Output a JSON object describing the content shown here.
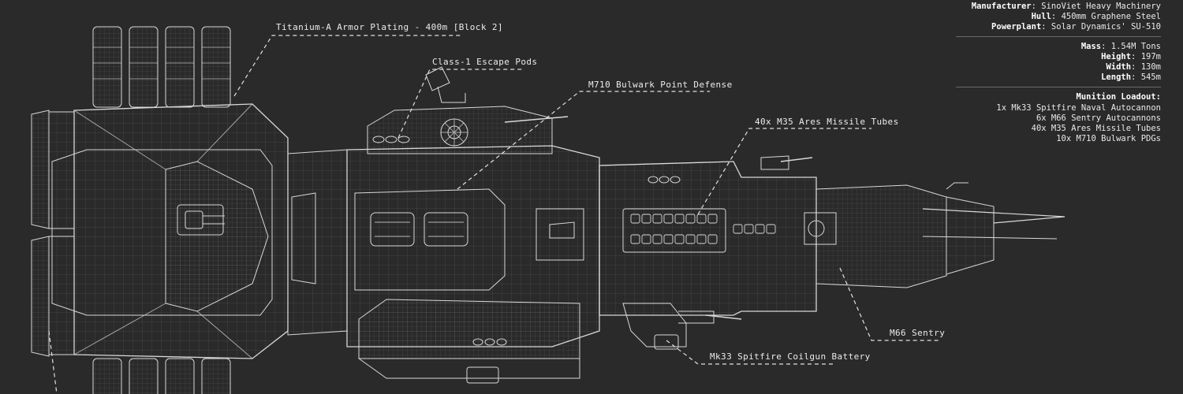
{
  "callouts": {
    "armor": "Titanium-A Armor Plating - 400m [Block 2]",
    "escape_pods": "Class-1 Escape Pods",
    "point_defense": "M710 Bulwark Point Defense",
    "missile_tubes": "40x M35 Ares Missile Tubes",
    "sentry": "M66 Sentry",
    "coilgun": "Mk33 Spitfire Coilgun Battery"
  },
  "specs": {
    "manufacturer": {
      "key": "Manufacturer",
      "value": "SinoViet Heavy Machinery"
    },
    "hull": {
      "key": "Hull",
      "value": "450mm Graphene Steel"
    },
    "powerplant": {
      "key": "Powerplant",
      "value": "Solar Dynamics' SU-510"
    },
    "mass": {
      "key": "Mass",
      "value": "1.54M Tons"
    },
    "height": {
      "key": "Height",
      "value": "197m"
    },
    "width": {
      "key": "Width",
      "value": "130m"
    },
    "length": {
      "key": "Length",
      "value": "545m"
    },
    "loadout_title": "Munition Loadout:",
    "loadout": [
      "1x Mk33 Spitfire Naval Autocannon",
      "6x M66 Sentry Autocannons",
      "40x M35 Ares Missile Tubes",
      "10x M710 Bulwark PDGs"
    ]
  },
  "colors": {
    "background": "#2a2a2b",
    "line": "#d9d9d9",
    "label": "#ececec"
  }
}
